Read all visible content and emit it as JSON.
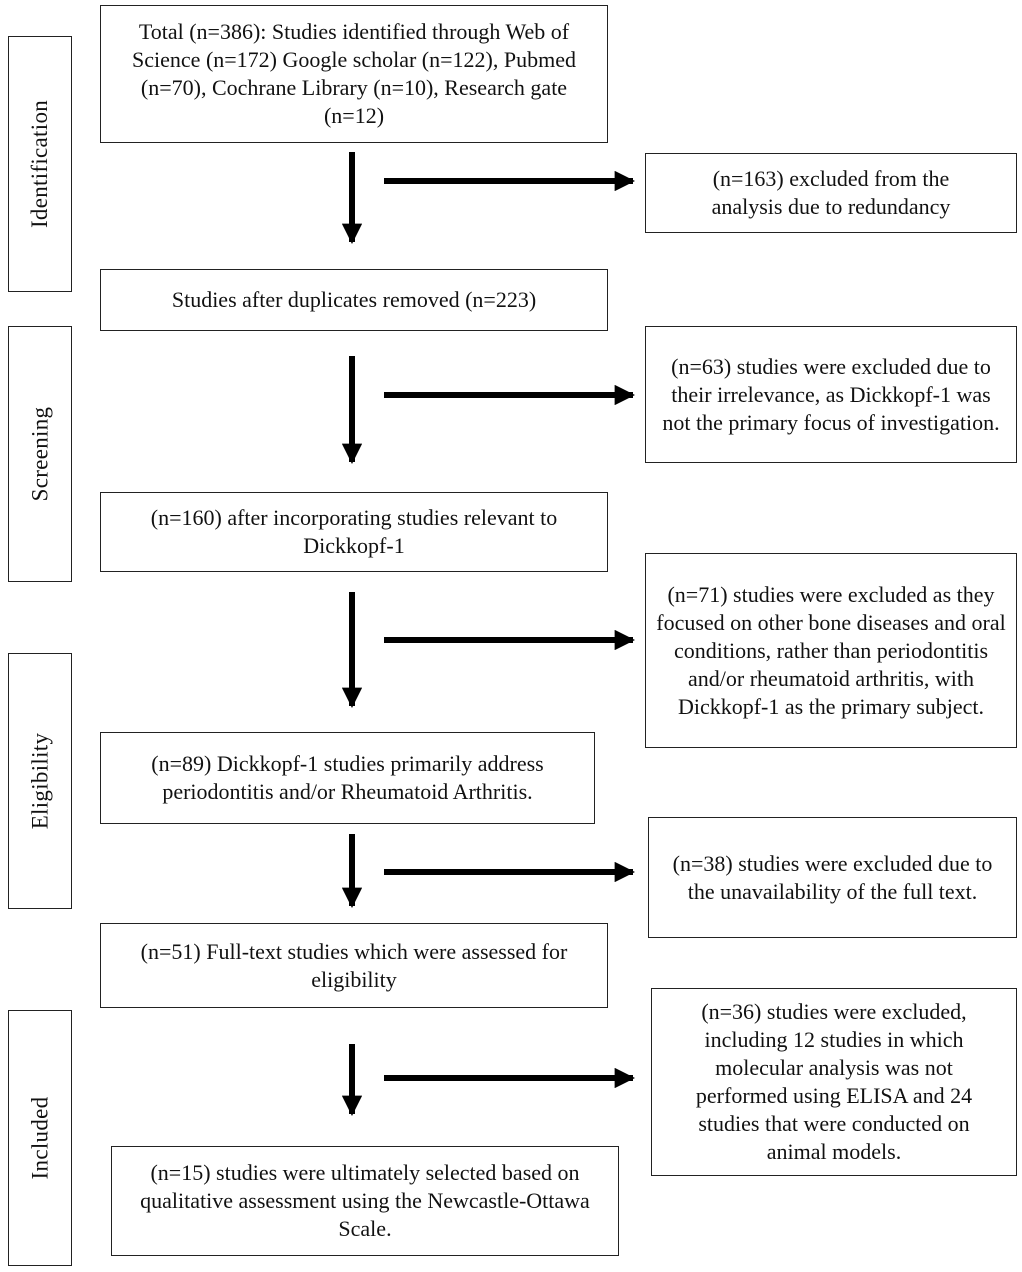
{
  "stages": {
    "identification": "Identification",
    "screening": "Screening",
    "eligibility": "Eligibility",
    "included": "Included"
  },
  "main_boxes": {
    "total": "Total (n=386): Studies identified through Web of Science (n=172) Google scholar (n=122), Pubmed (n=70), Cochrane Library (n=10), Research gate (n=12)",
    "duplicates_removed": "Studies after duplicates removed (n=223)",
    "relevant": "(n=160) after incorporating studies relevant to Dickkopf-1",
    "primary_address": "(n=89) Dickkopf-1 studies primarily address periodontitis and/or Rheumatoid Arthritis.",
    "full_text": "(n=51) Full-text studies which were assessed for eligibility",
    "selected": "(n=15) studies were ultimately selected based on qualitative assessment using the Newcastle-Ottawa Scale."
  },
  "exclusion_boxes": {
    "redundancy": "(n=163) excluded from the analysis due to redundancy",
    "irrelevance": "(n=63) studies were excluded due to their irrelevance, as Dickkopf-1 was not the primary focus of investigation.",
    "other_diseases": "(n=71) studies were excluded as they focused on other bone diseases and oral conditions, rather than periodontitis and/or rheumatoid arthritis, with Dickkopf-1 as the primary subject.",
    "full_text_unavailable": "(n=38) studies were excluded due to the unavailability of the full text.",
    "elisa_animal": "(n=36) studies were excluded, including 12 studies in which molecular analysis was not performed using ELISA and 24 studies that were conducted on animal models."
  }
}
